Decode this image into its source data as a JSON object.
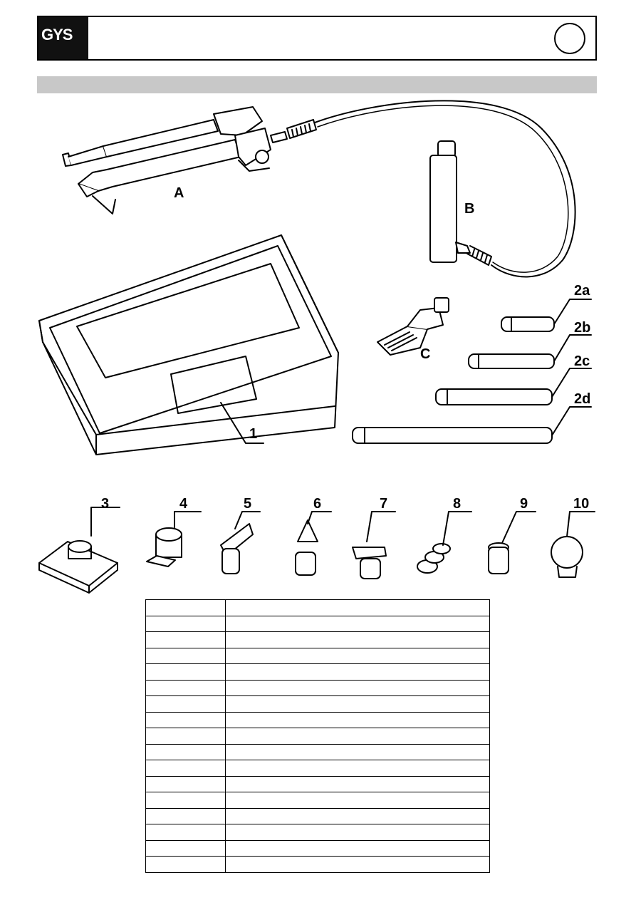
{
  "header": {
    "logo_text": "GYS"
  },
  "labels": {
    "A": "A",
    "B": "B",
    "C": "C",
    "n1": "1",
    "n2a": "2a",
    "n2b": "2b",
    "n2c": "2c",
    "n2d": "2d",
    "n3": "3",
    "n4": "4",
    "n5": "5",
    "n6": "6",
    "n7": "7",
    "n8": "8",
    "n9": "9",
    "n10": "10"
  },
  "table": {
    "rows": [
      [
        "",
        ""
      ],
      [
        "",
        ""
      ],
      [
        "",
        ""
      ],
      [
        "",
        ""
      ],
      [
        "",
        ""
      ],
      [
        "",
        ""
      ],
      [
        "",
        ""
      ],
      [
        "",
        ""
      ],
      [
        "",
        ""
      ],
      [
        "",
        ""
      ],
      [
        "",
        ""
      ],
      [
        "",
        ""
      ],
      [
        "",
        ""
      ],
      [
        "",
        ""
      ],
      [
        "",
        ""
      ],
      [
        "",
        ""
      ],
      [
        "",
        ""
      ]
    ]
  }
}
